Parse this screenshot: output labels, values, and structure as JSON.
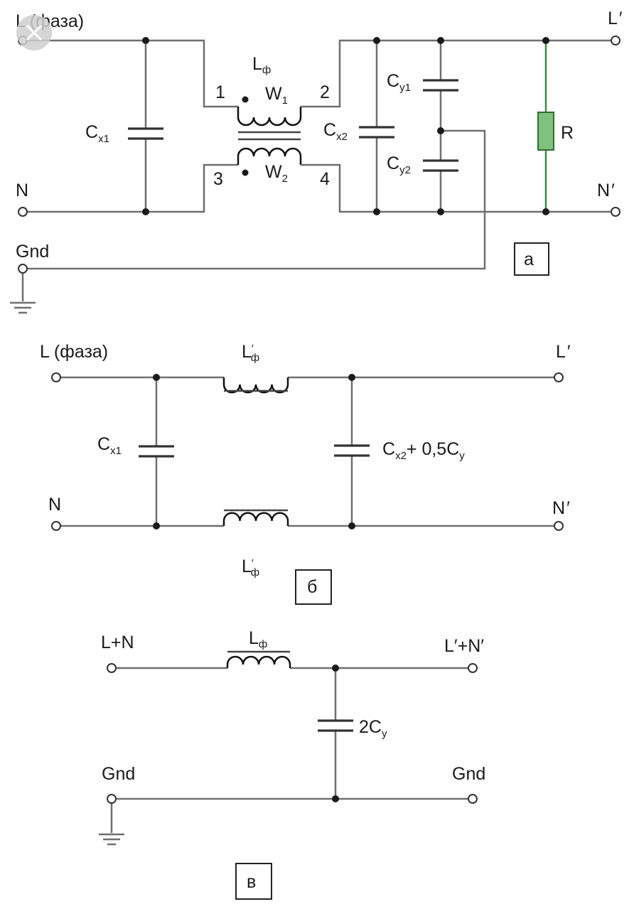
{
  "overlay": {
    "close_icon": "close-x-icon"
  },
  "colors": {
    "wire": "#6f6f6f",
    "resistor_fill": "#7ec07e",
    "resistor_lead": "#3c8c3c"
  },
  "diagram_a": {
    "tag": "a",
    "left_top": "L (фаза)",
    "left_mid": "N",
    "left_bottom": "Gnd",
    "right_top": "L",
    "right_mid": "N",
    "prime": "′",
    "inductor": {
      "main": "L",
      "sub": "ф"
    },
    "winding1": {
      "main": "W",
      "sub": "1"
    },
    "winding2": {
      "main": "W",
      "sub": "2"
    },
    "pins": [
      "1",
      "2",
      "3",
      "4"
    ],
    "cx1": {
      "main": "C",
      "sub": "x1"
    },
    "cx2": {
      "main": "C",
      "sub": "x2"
    },
    "cy1": {
      "main": "C",
      "sub": "y1"
    },
    "cy2": {
      "main": "C",
      "sub": "y2"
    },
    "resistor": "R"
  },
  "diagram_b": {
    "tag": "б",
    "left_top": "L (фаза)",
    "left_bottom": "N",
    "right_top": "L",
    "right_bottom": "N",
    "prime": "′",
    "inductor_top": {
      "main": "L",
      "prime": "′",
      "sub": "ф"
    },
    "inductor_bottom": {
      "main": "L",
      "prime": "′",
      "sub": "ф"
    },
    "cx1": {
      "main": "C",
      "sub": "x1"
    },
    "cx2": {
      "main": "C",
      "sub": "x2",
      "tail": "+ 0,5C",
      "tail_sub": "y"
    }
  },
  "diagram_c": {
    "tag": "в",
    "left_top": "L+N",
    "left_bottom": "Gnd",
    "right_top": "L′+N′",
    "right_bottom": "Gnd",
    "inductor": {
      "main": "L",
      "sub": "ф"
    },
    "cap": {
      "main": "2C",
      "sub": "y"
    }
  }
}
